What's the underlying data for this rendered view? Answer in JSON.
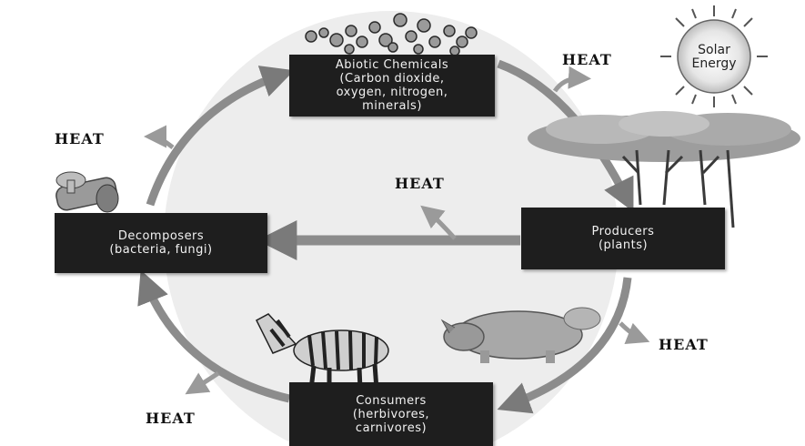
{
  "nodes": {
    "abiotic": [
      "Abiotic Chemicals",
      "(Carbon dioxide,",
      "oxygen, nitrogen,",
      "minerals)"
    ],
    "producers": [
      "Producers",
      "(plants)"
    ],
    "consumers": [
      "Consumers",
      "(herbivores,",
      "carnivores)"
    ],
    "decomposers": [
      "Decomposers",
      "(bacteria, fungi)"
    ]
  },
  "sun": {
    "line1": "Solar",
    "line2": "Energy"
  },
  "heat_labels": {
    "top_right": "HEAT",
    "left_top": "HEAT",
    "center": "HEAT",
    "right_bottom": "HEAT",
    "bottom_left": "HEAT"
  },
  "colors": {
    "box": "#1e1e1e",
    "box_text": "#f2f2f2",
    "arrow": "#8c8c8c",
    "circle_fill": "#ececec"
  }
}
